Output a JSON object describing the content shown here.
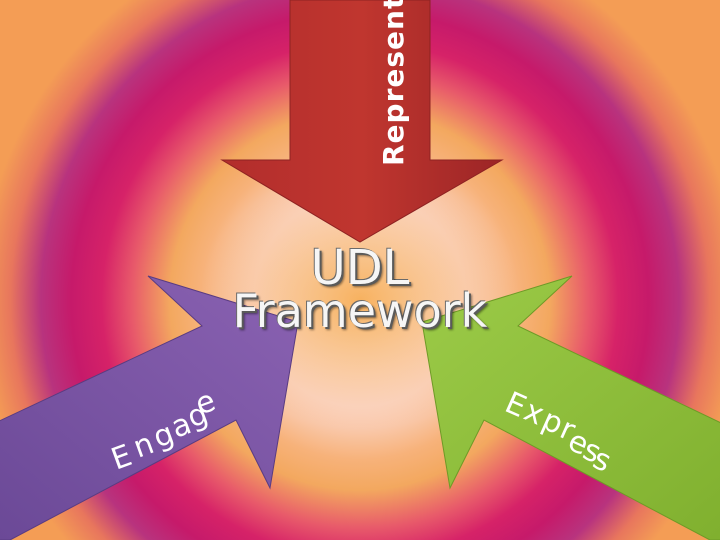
{
  "diagram": {
    "title_line1": "UDL",
    "title_line2": "Framework",
    "arrows": {
      "represent": {
        "label": "Represent",
        "color": "#a7282a"
      },
      "engage": {
        "label_letters": [
          "E",
          "n",
          "g",
          "a",
          "g",
          "e"
        ],
        "color": "#7a54a4"
      },
      "express": {
        "label_letters": [
          "E",
          "x",
          "p",
          "r",
          "e",
          "s",
          "s"
        ],
        "color": "#8fbe3c"
      }
    }
  }
}
